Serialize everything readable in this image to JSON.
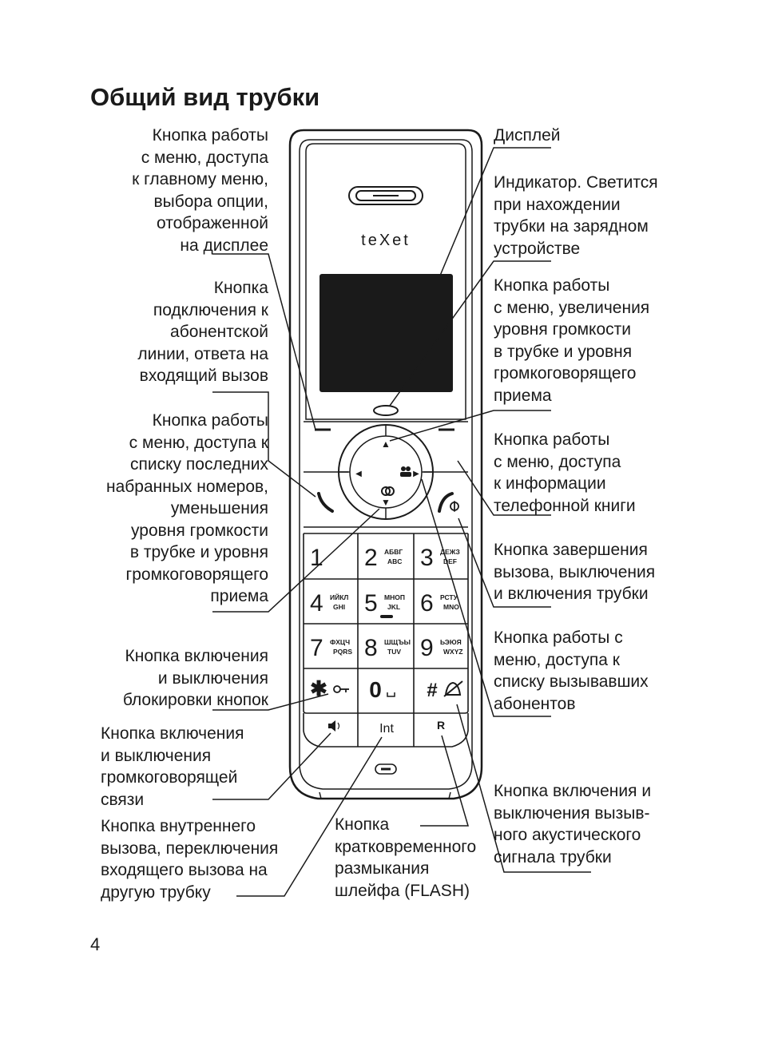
{
  "page": {
    "title": "Общий вид трубки",
    "page_number": "4"
  },
  "callouts": {
    "menu_main": [
      "Кнопка работы",
      "с меню, доступа",
      "к главному меню,",
      "выбора опции,",
      "отображенной",
      "на дисплее"
    ],
    "call_answer": [
      "Кнопка",
      "подключения к",
      "абонентской",
      "линии, ответа на",
      "входящий вызов"
    ],
    "menu_redial": [
      "Кнопка работы",
      "с меню, доступа к",
      "списку последних",
      "набранных номеров,",
      "уменьшения",
      "уровня громкости",
      "в трубке и уровня",
      "громкоговорящего",
      "приема"
    ],
    "keylock": [
      "Кнопка включения",
      "и выключения",
      "блокировки кнопок"
    ],
    "speakerphone": [
      "Кнопка включения",
      "и выключения",
      "громкоговорящей",
      "связи"
    ],
    "intercom": [
      "Кнопка внутреннего",
      "вызова, переключения",
      "входящего вызова на",
      "другую трубку"
    ],
    "flash": [
      "Кнопка",
      "кратковременного",
      "размыкания",
      "шлейфа (FLASH)"
    ],
    "display": [
      "Дисплей"
    ],
    "indicator": [
      "Индикатор. Светится",
      "при нахождении",
      "трубки на зарядном",
      "устройстве"
    ],
    "menu_volume_up": [
      "Кнопка работы",
      "с меню, увеличения",
      "уровня громкости",
      "в трубке и уровня",
      "громкоговорящего",
      "приема"
    ],
    "menu_phonebook": [
      "Кнопка работы",
      "с меню, доступа",
      "к информации",
      "телефонной книги"
    ],
    "end_power": [
      "Кнопка завершения",
      "вызова, выключения",
      "и включения трубки"
    ],
    "menu_callers": [
      "Кнопка работы с",
      "меню, доступа к",
      "списку вызывавших",
      "абонентов"
    ],
    "ringer": [
      "Кнопка включения и",
      "выключения вызыв-",
      "ного акустического",
      "сигнала трубки"
    ]
  },
  "handset": {
    "brand": "teXet",
    "keys": [
      {
        "digit": "1",
        "cyr": "",
        "lat": ""
      },
      {
        "digit": "2",
        "cyr": "АБВГ",
        "lat": "ABC"
      },
      {
        "digit": "3",
        "cyr": "ДЕЖЗ",
        "lat": "DEF"
      },
      {
        "digit": "4",
        "cyr": "ИЙКЛ",
        "lat": "GHI"
      },
      {
        "digit": "5",
        "cyr": "МНОП",
        "lat": "JKL"
      },
      {
        "digit": "6",
        "cyr": "РСТУ",
        "lat": "MNO"
      },
      {
        "digit": "7",
        "cyr": "ФХЦЧ",
        "lat": "PQRS"
      },
      {
        "digit": "8",
        "cyr": "ШЩЪЫ",
        "lat": "TUV"
      },
      {
        "digit": "9",
        "cyr": "ЬЭЮЯ",
        "lat": "WXYZ"
      }
    ],
    "star_key": "✱",
    "zero_key": "0",
    "hash_key": "#",
    "int_label": "Int",
    "r_label": "R",
    "nav_up": "▲",
    "nav_down": "▼",
    "nav_left": "◀",
    "nav_right": "▶",
    "icons": [
      "earpiece-icon",
      "menu-left-dash-icon",
      "menu-right-dash-icon",
      "call-icon",
      "end-call-icon",
      "key-lock-icon",
      "zero-space-icon",
      "bell-off-icon",
      "speaker-icon",
      "microphone-icon",
      "contacts-icon",
      "redial-icon"
    ]
  }
}
